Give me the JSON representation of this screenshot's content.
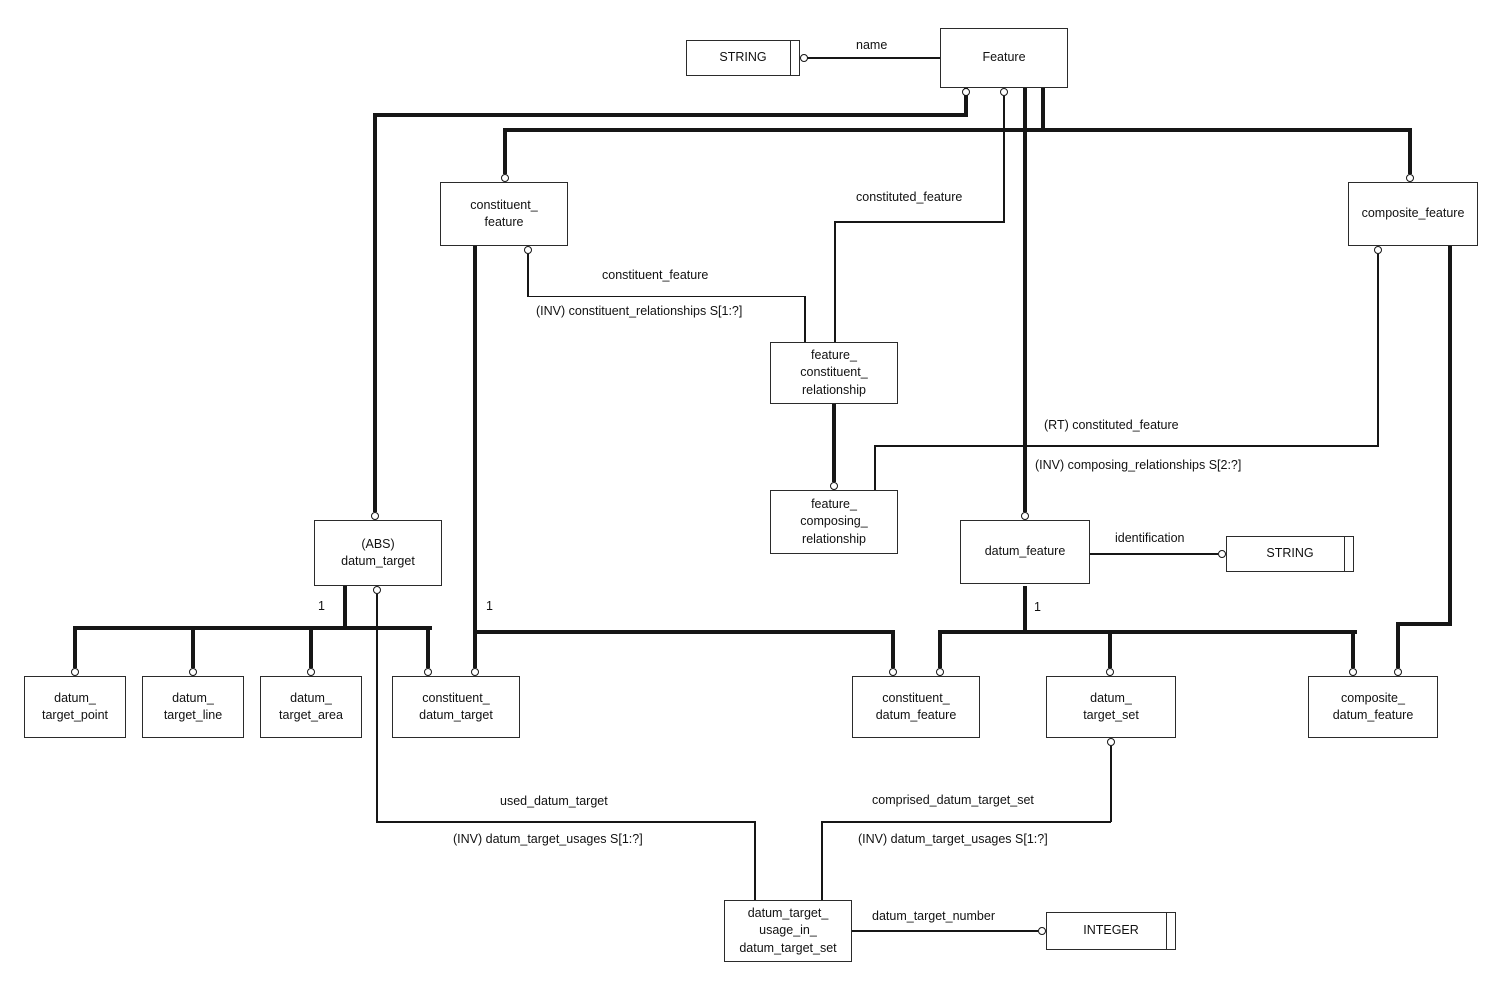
{
  "diagram": {
    "nodes": {
      "string_name": {
        "label": "STRING",
        "kind": "simple-type"
      },
      "feature": {
        "label": "Feature",
        "kind": "entity"
      },
      "constituent_feature": {
        "label": "constituent_\nfeature",
        "kind": "entity"
      },
      "composite_feature": {
        "label": "composite_feature",
        "kind": "entity"
      },
      "feature_constituent_relationship": {
        "label": "feature_\nconstituent_\nrelationship",
        "kind": "entity"
      },
      "feature_composing_relationship": {
        "label": "feature_\ncomposing_\nrelationship",
        "kind": "entity"
      },
      "datum_target": {
        "label": "(ABS)\ndatum_target",
        "kind": "entity"
      },
      "datum_feature": {
        "label": "datum_feature",
        "kind": "entity"
      },
      "string_identification": {
        "label": "STRING",
        "kind": "simple-type"
      },
      "datum_target_point": {
        "label": "datum_\ntarget_point",
        "kind": "entity"
      },
      "datum_target_line": {
        "label": "datum_\ntarget_line",
        "kind": "entity"
      },
      "datum_target_area": {
        "label": "datum_\ntarget_area",
        "kind": "entity"
      },
      "constituent_datum_target": {
        "label": "constituent_\ndatum_target",
        "kind": "entity"
      },
      "constituent_datum_feature": {
        "label": "constituent_\ndatum_feature",
        "kind": "entity"
      },
      "datum_target_set": {
        "label": "datum_\ntarget_set",
        "kind": "entity"
      },
      "composite_datum_feature": {
        "label": "composite_\ndatum_feature",
        "kind": "entity"
      },
      "datum_target_usage": {
        "label": "datum_target_\nusage_in_\ndatum_target_set",
        "kind": "entity"
      },
      "integer": {
        "label": "INTEGER",
        "kind": "simple-type"
      }
    },
    "edge_labels": {
      "name": "name",
      "constituted_feature": "constituted_feature",
      "constituent_feature": "constituent_feature",
      "inv_constituent_relationships": "(INV) constituent_relationships S[1:?]",
      "rt_constituted_feature": "(RT) constituted_feature",
      "inv_composing_relationships": "(INV) composing_relationships S[2:?]",
      "identification": "identification",
      "used_datum_target": "used_datum_target",
      "inv_datum_target_usages_left": "(INV) datum_target_usages S[1:?]",
      "comprised_datum_target_set": "comprised_datum_target_set",
      "inv_datum_target_usages_right": "(INV) datum_target_usages S[1:?]",
      "datum_target_number": "datum_target_number",
      "card_datum_target": "1",
      "card_constituent_feature": "1",
      "card_datum_feature": "1"
    }
  }
}
